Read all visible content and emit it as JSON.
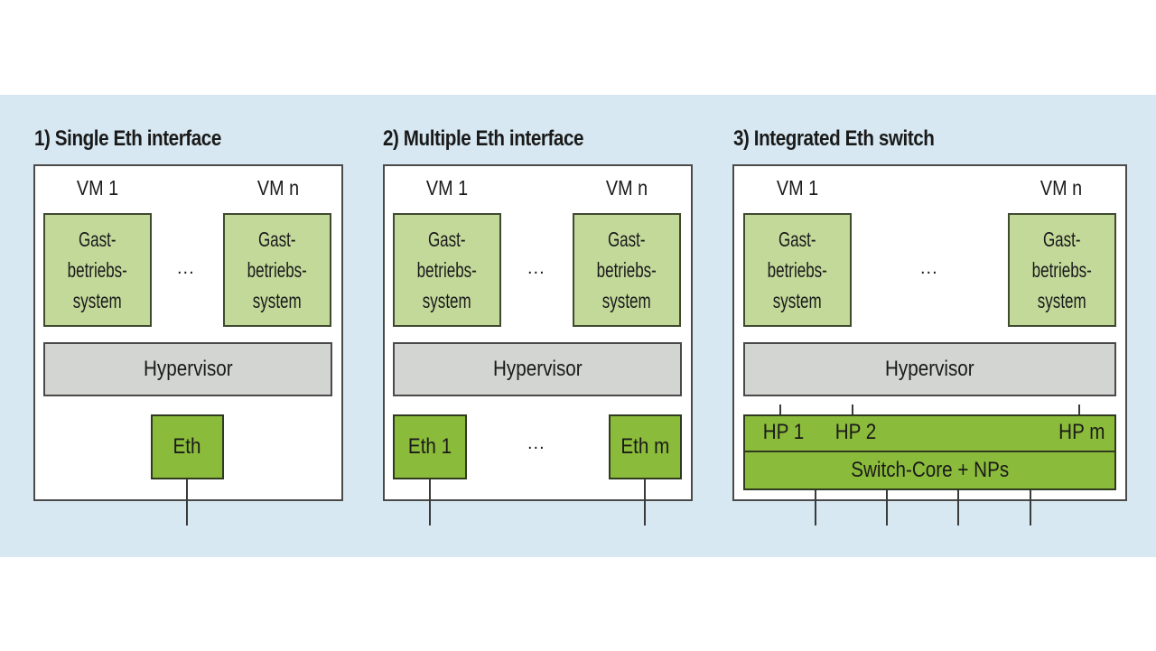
{
  "colors": {
    "background_band": "#d7e8f2",
    "guest_os_fill": "#c3d99a",
    "hypervisor_fill": "#d3d5d2",
    "eth_fill": "#8bbb3a"
  },
  "panels": [
    {
      "title": "1) Single Eth interface",
      "vm_first": "VM 1",
      "vm_last": "VM n",
      "guest_os_first": [
        "Gast-",
        "betriebs-",
        "system"
      ],
      "guest_os_last": [
        "Gast-",
        "betriebs-",
        "system"
      ],
      "ellipsis": "...",
      "hypervisor": "Hypervisor",
      "eth": [
        "Eth"
      ]
    },
    {
      "title": "2) Multiple Eth interface",
      "vm_first": "VM 1",
      "vm_last": "VM n",
      "guest_os_first": [
        "Gast-",
        "betriebs-",
        "system"
      ],
      "guest_os_last": [
        "Gast-",
        "betriebs-",
        "system"
      ],
      "ellipsis": "...",
      "hypervisor": "Hypervisor",
      "eth": [
        "Eth 1",
        "Eth m"
      ],
      "eth_ellipsis": "..."
    },
    {
      "title": "3) Integrated Eth switch",
      "vm_first": "VM 1",
      "vm_last": "VM n",
      "guest_os_first": [
        "Gast-",
        "betriebs-",
        "system"
      ],
      "guest_os_last": [
        "Gast-",
        "betriebs-",
        "system"
      ],
      "ellipsis": "...",
      "hypervisor": "Hypervisor",
      "host_ports": [
        "HP 1",
        "HP 2",
        "HP m"
      ],
      "switch_core": "Switch-Core + NPs",
      "external_port_count": 4
    }
  ]
}
